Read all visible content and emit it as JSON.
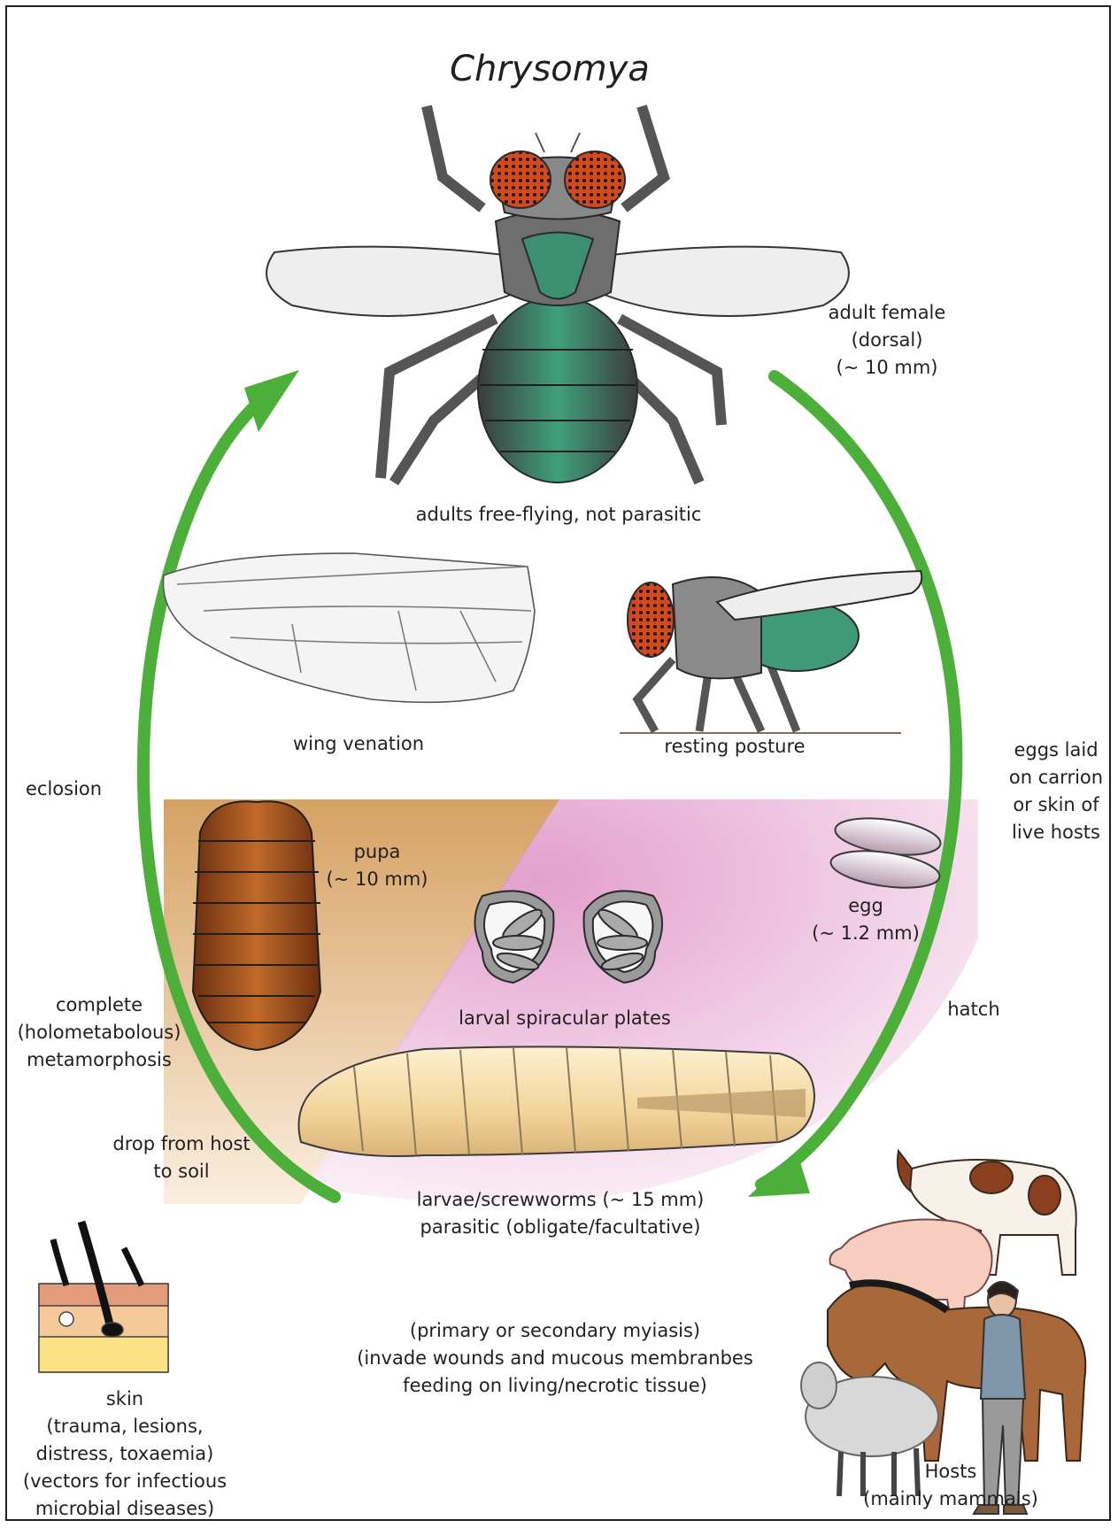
{
  "title": "Chrysomya",
  "labels": {
    "adult_female": [
      "adult female",
      "(dorsal)",
      "(~ 10 mm)"
    ],
    "adults": "adults free-flying, not parasitic",
    "wing_venation": "wing venation",
    "resting_posture": "resting posture",
    "eggs_laid": [
      "eggs laid",
      "on carrion",
      "or skin of",
      "live hosts"
    ],
    "eclosion": "eclosion",
    "pupa": [
      "pupa",
      "(~ 10 mm)"
    ],
    "egg": [
      "egg",
      "(~ 1.2 mm)"
    ],
    "spiracular": "larval spiracular plates",
    "hatch": "hatch",
    "metamorphosis": [
      "complete",
      "(holometabolous)",
      "metamorphosis"
    ],
    "drop": [
      "drop from host",
      "to soil"
    ],
    "larvae": [
      "larvae/screwworms (~ 15 mm)",
      "parasitic (obligate/facultative)"
    ],
    "myiasis": [
      "(primary or secondary myiasis)",
      "(invade wounds and mucous membranbes",
      "feeding on living/necrotic tissue)"
    ],
    "skin": [
      "skin",
      "(trauma, lesions,",
      "distress, toxaemia)",
      "(vectors for infectious",
      "microbial diseases)"
    ],
    "hosts": [
      "Hosts",
      "(mainly mammals)"
    ]
  },
  "colors": {
    "cycle_arrow": "#4caf3a",
    "pupa_zone": "#d9a86a",
    "larva_zone": "#e6a3cf",
    "larva_body": "#f3d9a2",
    "pupa_body": "#9a4a1a",
    "fly_body": "#3f9a78",
    "fly_eye": "#d2491f"
  },
  "icons": [
    "adult-fly-icon",
    "wing-icon",
    "resting-fly-icon",
    "pupa-icon",
    "egg-icon",
    "spiracular-plate-icon",
    "larva-icon",
    "skin-section-icon",
    "cow-icon",
    "pig-icon",
    "horse-icon",
    "sheep-icon",
    "human-icon"
  ]
}
